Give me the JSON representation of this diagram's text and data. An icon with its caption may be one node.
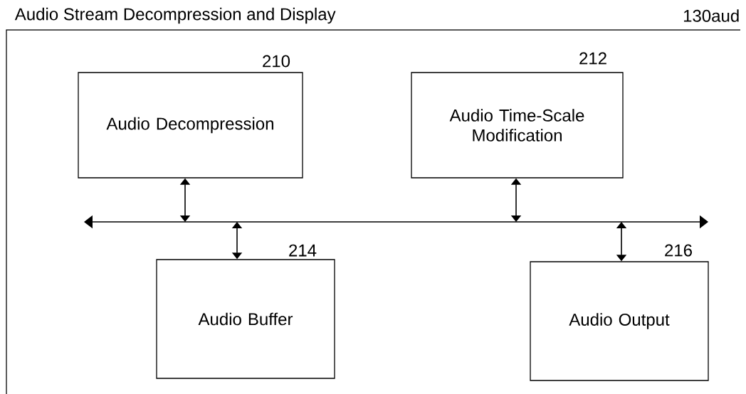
{
  "diagram": {
    "title": "Audio Stream Decompression and Display",
    "nodes": [
      {
        "text": [
          "Audio Decompression"
        ],
        "beside": [
          "210"
        ]
      },
      {
        "text": [
          "Audio Time-Scale Modification"
        ],
        "beside": [
          "212"
        ]
      },
      {
        "text": [],
        "shape": "bar"
      },
      {
        "text": [
          "Audio Buffer"
        ],
        "beside": [
          "214"
        ]
      },
      {
        "text": [
          "Audio Output"
        ],
        "beside": [
          "216"
        ]
      }
    ],
    "edges": [
      {
        "from": 0,
        "to": 2,
        "arrow": "both"
      },
      {
        "from": 1,
        "to": 2,
        "arrow": "both"
      },
      {
        "from": 2,
        "to": 3,
        "arrow": "both"
      },
      {
        "from": 2,
        "to": 4,
        "arrow": "both"
      }
    ],
    "labels": [
      "130aud"
    ]
  }
}
